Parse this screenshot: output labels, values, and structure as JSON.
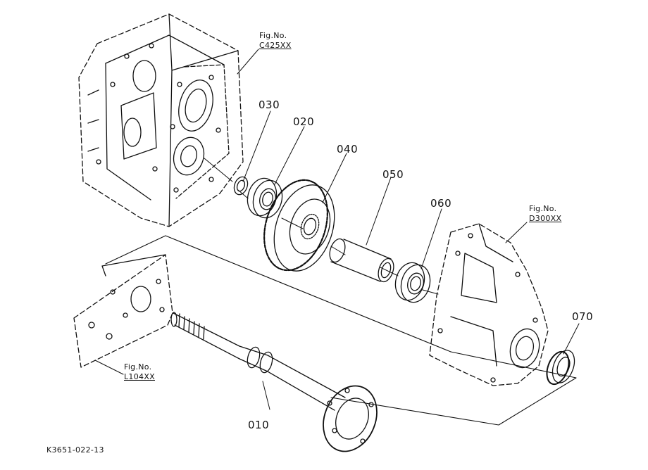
{
  "diagram": {
    "part_labels": {
      "p010": "010",
      "p020": "020",
      "p030": "030",
      "p040": "040",
      "p050": "050",
      "p060": "060",
      "p070": "070"
    },
    "figure_refs": {
      "c425": {
        "caption": "Fig.No.",
        "code": "C425XX"
      },
      "d300": {
        "caption": "Fig.No.",
        "code": "D300XX"
      },
      "l104": {
        "caption": "Fig.No.",
        "code": "L104XX"
      }
    },
    "drawing_code": "K3651-022-13"
  },
  "colors": {
    "line": "#111111",
    "background": "#ffffff"
  }
}
